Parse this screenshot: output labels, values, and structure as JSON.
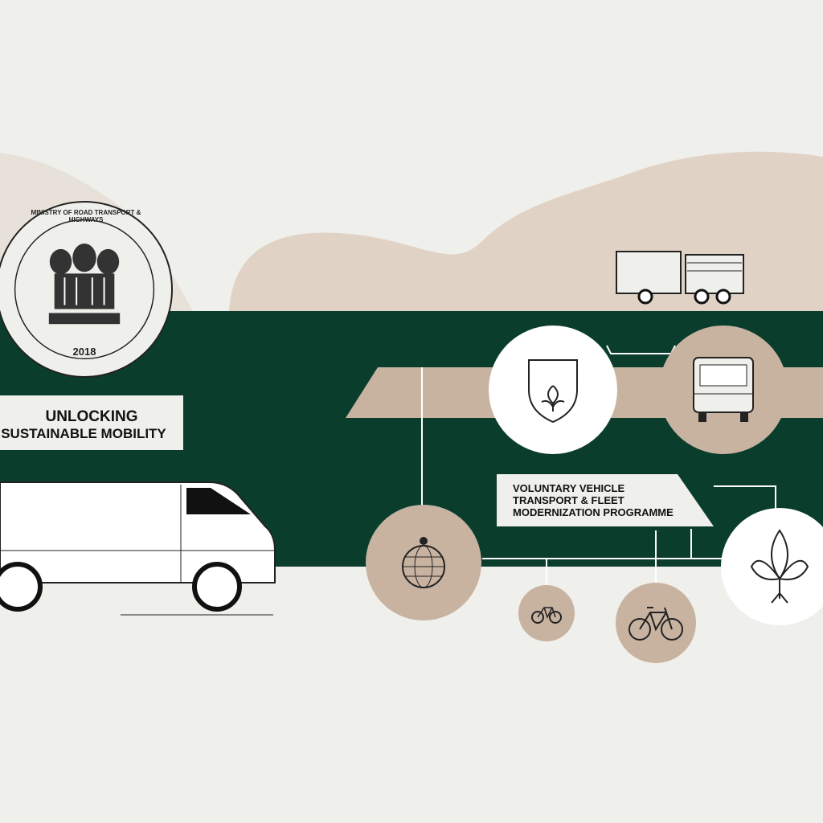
{
  "seal": {
    "ring_text": "MINISTRY OF ROAD TRANSPORT & HIGHWAYS",
    "year": "2018"
  },
  "headline": {
    "line1": "UNLOCKING",
    "line2": "SUSTAINABLE MOBILITY"
  },
  "programme_label": {
    "line1": "VOLUNTARY VEHICLE",
    "line2": "TRANSPORT & FLEET",
    "line3": "MODERNIZATION PROGRAMME"
  },
  "icons": [
    "seal-emblem",
    "delivery-van",
    "truck",
    "shield-leaf",
    "bus-front",
    "globe-pin",
    "bicycle-small",
    "bicycle",
    "leaves"
  ],
  "colors": {
    "background": "#efefeb",
    "green": "#0b3d2d",
    "beige": "#c8b3a1",
    "white": "#ffffff"
  }
}
